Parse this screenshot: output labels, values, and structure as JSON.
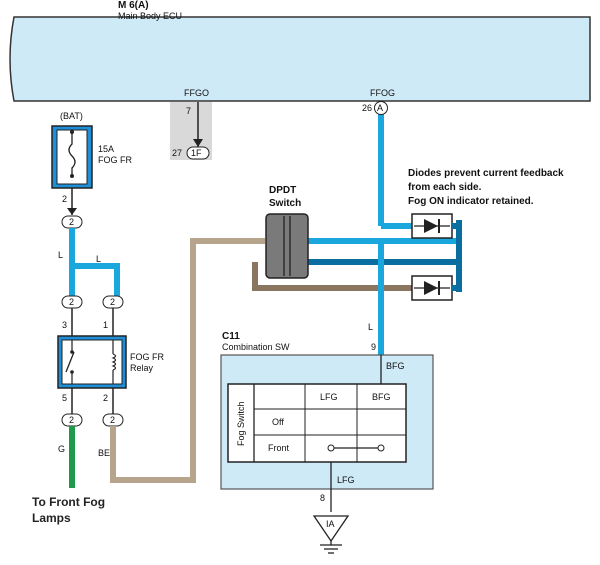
{
  "ecu": {
    "code": "M 6(A)",
    "name": "Main Body ECU",
    "pin_ffgo": "FFGO",
    "pin_ffog": "FFOG",
    "ffgo_num": "7",
    "ffog_num": "26",
    "ffog_letter": "A"
  },
  "connector_1f": {
    "num": "27",
    "label": "1F"
  },
  "fuse": {
    "source": "(BAT)",
    "rating": "15A",
    "name": "FOG FR",
    "pin": "2",
    "conn": "2"
  },
  "wires": {
    "l1": "L",
    "l2": "L",
    "l3": "L",
    "g": "G",
    "be": "BE"
  },
  "relay": {
    "name1": "FOG FR",
    "name2": "Relay",
    "pin3": "3",
    "pin1": "1",
    "pin5": "5",
    "pin2": "2",
    "c_top_left": "2",
    "c_top_right": "2",
    "c_bot_left": "2",
    "c_bot_right": "2"
  },
  "dpdt": {
    "line1": "DPDT",
    "line2": "Switch"
  },
  "note": {
    "line1": "Diodes prevent current feedback",
    "line2": "from each side.",
    "line3": "Fog ON indicator retained."
  },
  "combo": {
    "code": "C11",
    "name": "Combination SW",
    "pin9": "9",
    "bfg": "BFG",
    "table_side": "Fog Switch",
    "col_lfg": "LFG",
    "col_bfg": "BFG",
    "row_off": "Off",
    "row_front": "Front",
    "lfg_bottom": "LFG",
    "pin8": "8"
  },
  "ground": {
    "label": "IA"
  },
  "footer": {
    "line1": "To Front Fog",
    "line2": "Lamps"
  },
  "colors": {
    "blue_wire": "#1aa7de",
    "dark_blue": "#0b6ea0",
    "tan_wire": "#b6a48c",
    "brown_wire": "#8a7560",
    "green_wire": "#1f9a4a",
    "panel": "#cfeaf7",
    "relay_fill": "#1e8fd6"
  }
}
